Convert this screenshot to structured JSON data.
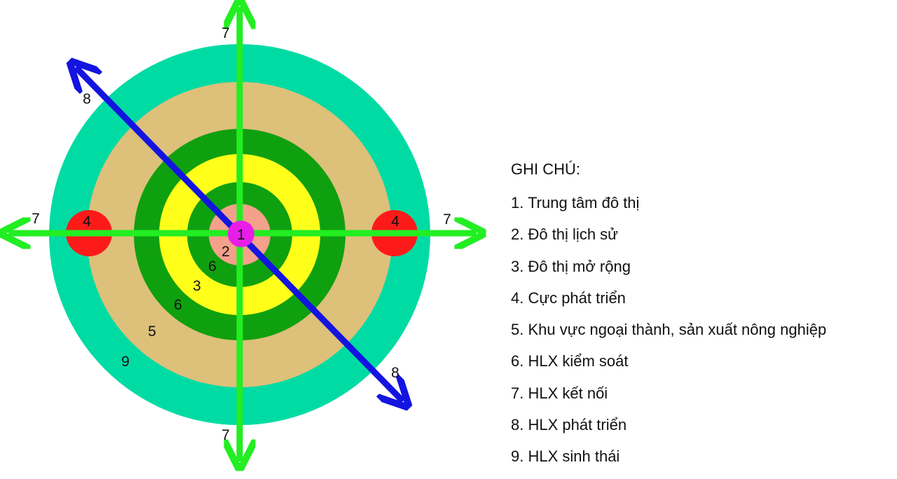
{
  "legend": {
    "title": "GHI CHÚ:",
    "items": [
      "1. Trung tâm đô thị",
      "2. Đô thị lịch sử",
      "3. Đô thị mở rộng",
      "4. Cực phát triển",
      "5. Khu vực ngoại thành, sản xuất nông nghiệp",
      "6. HLX kiểm soát",
      "7. HLX kết nối",
      "8. HLX phát triển",
      "9. HLX sinh thái"
    ]
  },
  "diagram": {
    "labels": {
      "center": "1",
      "historic": "2",
      "extended": "3",
      "pole": "4",
      "suburban": "5",
      "control": "6",
      "connect": "7",
      "develop": "8",
      "eco": "9"
    },
    "colors": {
      "eco_ring": "#00DBA4",
      "suburban_ring": "#DDC07A",
      "control_ring": "#0FA00F",
      "extended_ring": "#FFFF1A",
      "historic_core": "#F5A08A",
      "center_dot": "#E81EE8",
      "pole": "#FF1A1A",
      "connect_axis": "#22EE22",
      "develop_axis": "#1414E0"
    }
  }
}
